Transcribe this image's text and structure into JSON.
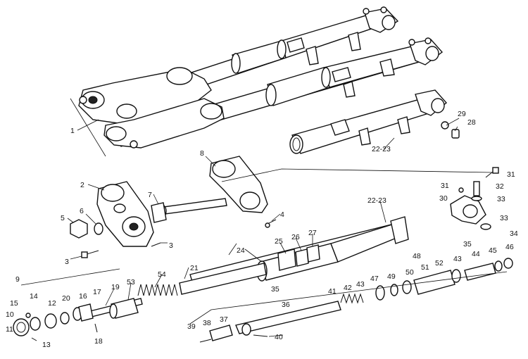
{
  "callouts": [
    {
      "id": "c1",
      "label": "1"
    },
    {
      "id": "c2",
      "label": "2"
    },
    {
      "id": "c3a",
      "label": "3"
    },
    {
      "id": "c3b",
      "label": "3"
    },
    {
      "id": "c4",
      "label": "4"
    },
    {
      "id": "c5",
      "label": "5"
    },
    {
      "id": "c6",
      "label": "6"
    },
    {
      "id": "c7",
      "label": "7"
    },
    {
      "id": "c8",
      "label": "8"
    },
    {
      "id": "c9",
      "label": "9"
    },
    {
      "id": "c10",
      "label": "10"
    },
    {
      "id": "c11",
      "label": "11"
    },
    {
      "id": "c12",
      "label": "12"
    },
    {
      "id": "c13",
      "label": "13"
    },
    {
      "id": "c14",
      "label": "14"
    },
    {
      "id": "c15",
      "label": "15"
    },
    {
      "id": "c16",
      "label": "16"
    },
    {
      "id": "c17",
      "label": "17"
    },
    {
      "id": "c18",
      "label": "18"
    },
    {
      "id": "c19",
      "label": "19"
    },
    {
      "id": "c20",
      "label": "20"
    },
    {
      "id": "c21",
      "label": "21"
    },
    {
      "id": "c22a",
      "label": "22-23"
    },
    {
      "id": "c22b",
      "label": "22-23"
    },
    {
      "id": "c24",
      "label": "24"
    },
    {
      "id": "c25",
      "label": "25"
    },
    {
      "id": "c26",
      "label": "26"
    },
    {
      "id": "c27",
      "label": "27"
    },
    {
      "id": "c28",
      "label": "28"
    },
    {
      "id": "c29",
      "label": "29"
    },
    {
      "id": "c30",
      "label": "30"
    },
    {
      "id": "c31a",
      "label": "31"
    },
    {
      "id": "c31b",
      "label": "31"
    },
    {
      "id": "c32",
      "label": "32"
    },
    {
      "id": "c33a",
      "label": "33"
    },
    {
      "id": "c33b",
      "label": "33"
    },
    {
      "id": "c34",
      "label": "34"
    },
    {
      "id": "c35a",
      "label": "35"
    },
    {
      "id": "c35b",
      "label": "35"
    },
    {
      "id": "c36",
      "label": "36"
    },
    {
      "id": "c37",
      "label": "37"
    },
    {
      "id": "c38",
      "label": "38"
    },
    {
      "id": "c39",
      "label": "39"
    },
    {
      "id": "c40",
      "label": "40"
    },
    {
      "id": "c41",
      "label": "41"
    },
    {
      "id": "c42",
      "label": "42"
    },
    {
      "id": "c43a",
      "label": "43"
    },
    {
      "id": "c43b",
      "label": "43"
    },
    {
      "id": "c44",
      "label": "44"
    },
    {
      "id": "c45",
      "label": "45"
    },
    {
      "id": "c46",
      "label": "46"
    },
    {
      "id": "c47",
      "label": "47"
    },
    {
      "id": "c48",
      "label": "48"
    },
    {
      "id": "c49",
      "label": "49"
    },
    {
      "id": "c50",
      "label": "50"
    },
    {
      "id": "c51",
      "label": "51"
    },
    {
      "id": "c52",
      "label": "52"
    },
    {
      "id": "c53",
      "label": "53"
    },
    {
      "id": "c54",
      "label": "54"
    }
  ]
}
